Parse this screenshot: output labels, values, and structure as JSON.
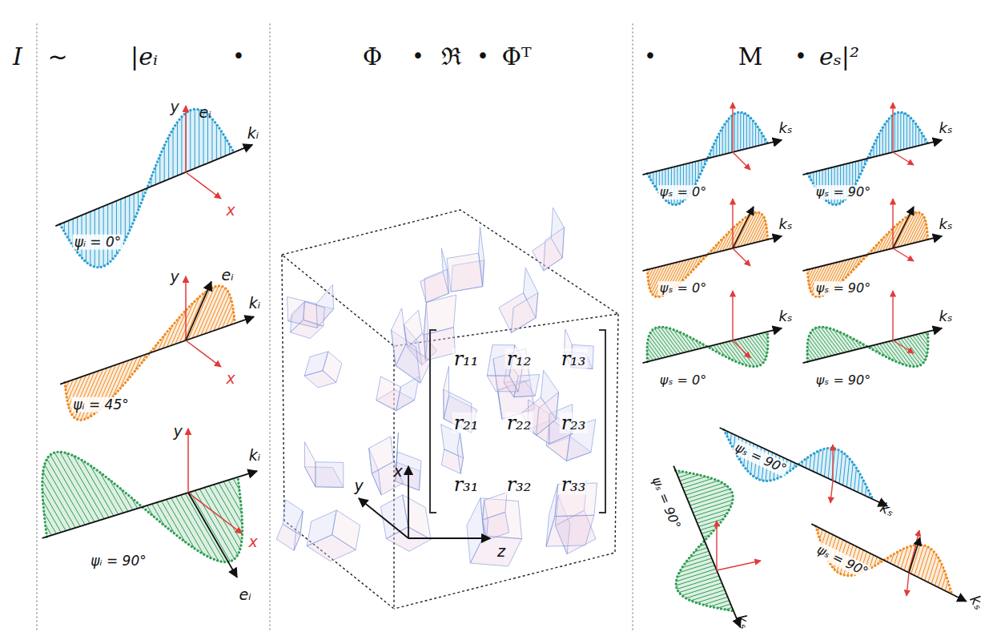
{
  "diagram": {
    "labels": [
      "I",
      "~",
      "|eᵢ",
      "•",
      "Φ",
      "•",
      "ℜ",
      "•",
      "Φᵀ",
      "•",
      "M",
      "•",
      "eₛ|²",
      "y",
      "eᵢ",
      "kᵢ",
      "ψᵢ = 0°",
      "x",
      "y",
      "eᵢ",
      "kᵢ",
      "ψᵢ = 45°",
      "x",
      "y",
      "kᵢ",
      "ψᵢ = 90°",
      "eᵢ",
      "x",
      "x",
      "y",
      "z",
      "r₁₁",
      "r₁₂",
      "r₁₃",
      "r₂₁",
      "r₂₂",
      "r₂₃",
      "r₃₁",
      "r₃₂",
      "r₃₃",
      "kₛ",
      "ψₛ = 0°",
      "kₛ",
      "ψₛ = 90°",
      "kₛ",
      "ψₛ = 0°",
      "kₛ",
      "ψₛ = 90°",
      "kₛ",
      "ψₛ = 0°",
      "kₛ",
      "ψₛ = 90°",
      "ψₛ = 90°",
      "kₛ",
      "ψₛ = 90°",
      "kₛ",
      "ψₛ = 90°",
      "kₛ"
    ]
  }
}
